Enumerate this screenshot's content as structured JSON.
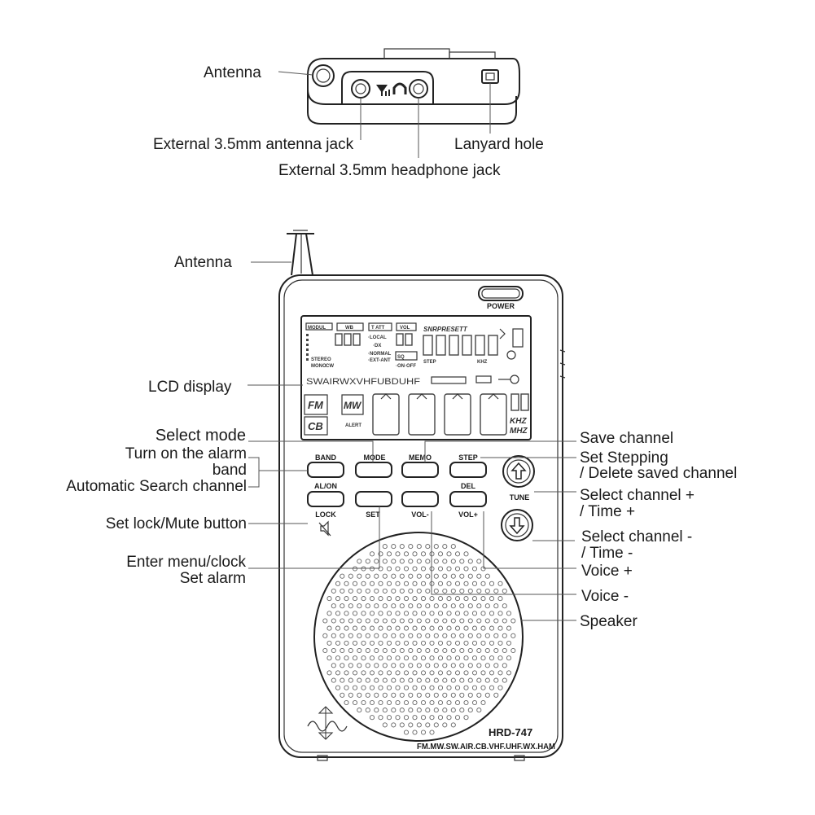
{
  "top_view": {
    "labels": {
      "antenna": "Antenna",
      "antenna_jack": "External 3.5mm antenna jack",
      "headphone_jack": "External 3.5mm headphone jack",
      "lanyard_hole": "Lanyard hole"
    }
  },
  "front_view": {
    "labels": {
      "antenna": "Antenna",
      "lcd_display": "LCD display",
      "select_mode": "Select mode",
      "turn_on_alarm": "Turn on the alarm",
      "band": "band",
      "auto_search": "Automatic Search channel",
      "set_lock_mute": "Set lock/Mute button",
      "enter_menu_clock": "Enter menu/clock",
      "set_alarm": "Set alarm",
      "save_channel": "Save channel",
      "set_stepping": "Set Stepping",
      "delete_saved": "/ Delete saved channel",
      "select_channel_plus": "Select channel +",
      "time_plus": "/ Time +",
      "select_channel_minus": "Select channel -",
      "time_minus": "/ Time -",
      "voice_plus": "Voice +",
      "voice_minus": "Voice -",
      "speaker": "Speaker"
    },
    "device": {
      "power": "POWER",
      "tune": "TUNE",
      "model": "HRD-747",
      "bands_line": "FM.MW.SW.AIR.CB.VHF.UHF.WX.HAM",
      "buttons_top": {
        "band": "BAND",
        "mode": "MODE",
        "memo": "MEMO",
        "step": "STEP"
      },
      "buttons_mid": {
        "al_on": "AL/ON",
        "del": "DEL"
      },
      "buttons_bottom": {
        "lock": "LOCK",
        "set": "SET",
        "vol_minus": "VOL-",
        "vol_plus": "VOL+"
      }
    },
    "lcd": {
      "modul": "MODUL",
      "wb": "WB",
      "t_att": "T ATT",
      "vol": "VOL",
      "presets": "SNRPRESETT",
      "local": "·LOCAL",
      "dx": "·DX",
      "normal": "·NORMAL",
      "ext_ant": "·EXT-ANT",
      "sq": "SQ",
      "on_off": "·ON·OFF",
      "cw": "CW",
      "mono": "MONO",
      "stereo": "STEREO",
      "bands_row": "SWAIRWXVHFUBDUHF",
      "step": "STEP",
      "khz_small": "KHZ",
      "fm": "FM",
      "mw": "MW",
      "cb": "CB",
      "alert": "ALERT",
      "khz": "KHZ",
      "mhz": "MHZ"
    }
  }
}
